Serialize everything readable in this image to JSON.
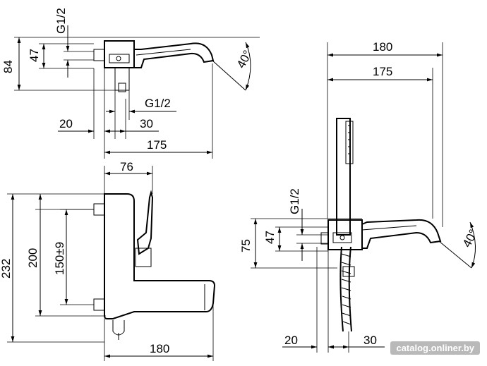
{
  "dimensions": {
    "top_left_view": {
      "thread_vertical": "G1/2",
      "height_84": "84",
      "height_47": "47",
      "thread_bottom": "G1/2",
      "offset_20": "20",
      "offset_30": "30",
      "length_175": "175",
      "angle": "40°"
    },
    "front_view": {
      "width_76": "76",
      "height_232": "232",
      "height_200": "200",
      "spacing_150": "150±9",
      "width_180": "180"
    },
    "right_view": {
      "width_180": "180",
      "width_175": "175",
      "thread_vertical": "G1/2",
      "height_75": "75",
      "height_47": "47",
      "angle": "40°",
      "offset_20": "20",
      "offset_30": "30"
    }
  },
  "watermark": "catalog.onliner.by"
}
